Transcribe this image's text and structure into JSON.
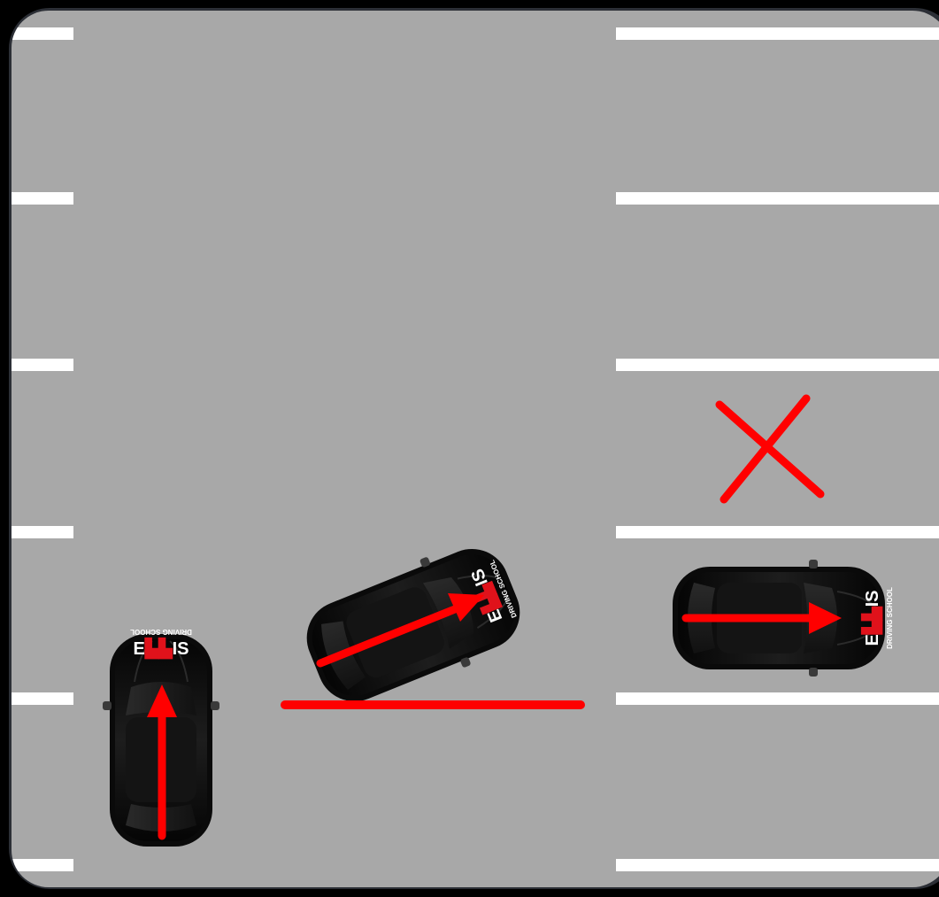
{
  "colors": {
    "background": "#000000",
    "frame_border": "#2c2f36",
    "asphalt": "#a8a8a8",
    "bay_line": "#ffffff",
    "car_body": "#0e0e0e",
    "car_glass": "#1c1c1c",
    "arrow": "#ff0000",
    "learner_plate_red": "#e0121b"
  },
  "cars": [
    {
      "name": "car-reversing-in",
      "brand_part1": "E",
      "brand_part2": "IS",
      "subtitle": "DRIVING SCHOOL",
      "direction": "forward-up"
    },
    {
      "name": "car-angled",
      "brand_part1": "E",
      "brand_part2": "IS",
      "subtitle": "DRIVING SCHOOL",
      "direction": "forward-diagonal"
    },
    {
      "name": "car-straight",
      "brand_part1": "E",
      "brand_part2": "IS",
      "subtitle": "DRIVING SCHOOL",
      "direction": "forward-right"
    }
  ],
  "markers": {
    "cross_icon": "x-mark-icon",
    "baseline": "red-guide-line"
  }
}
